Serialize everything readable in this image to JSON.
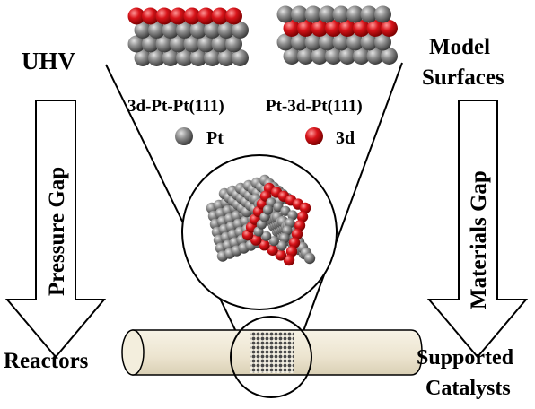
{
  "labels": {
    "uhv": "UHV",
    "model_line1": "Model",
    "model_line2": "Surfaces",
    "surface_left": "3d-Pt-Pt(111)",
    "surface_right": "Pt-3d-Pt(111)",
    "legend_pt": "Pt",
    "legend_3d": "3d",
    "pressure_gap": "Pressure Gap",
    "materials_gap": "Materials Gap",
    "reactors": "Reactors",
    "supported_line1": "Supported",
    "supported_line2": "Catalysts"
  },
  "colors": {
    "pt_atom": "#6b6b6b",
    "pt_highlight": "#d6d6d6",
    "d3_atom": "#d0141a",
    "d3_highlight": "#ff8a8a",
    "reactor_tube": "#efe9d8",
    "line": "#000000"
  },
  "structures": {
    "left_slab": {
      "layers_top_to_bottom": [
        "3d",
        "Pt",
        "Pt",
        "Pt"
      ]
    },
    "right_slab": {
      "layers_top_to_bottom": [
        "Pt",
        "3d",
        "Pt",
        "Pt"
      ]
    }
  }
}
